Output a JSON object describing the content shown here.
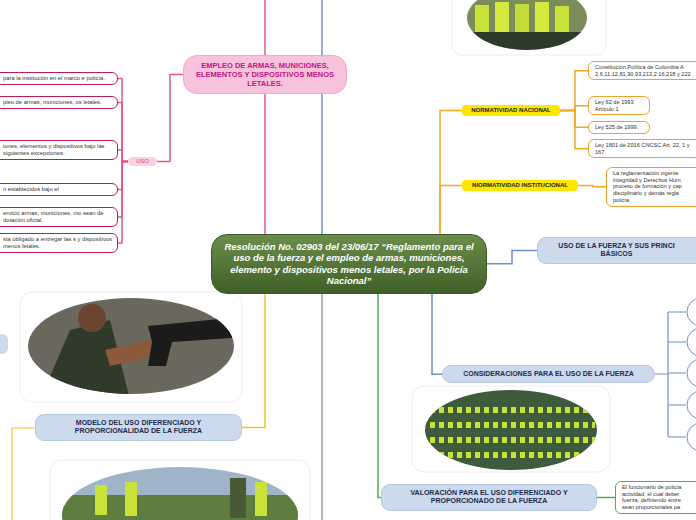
{
  "diagram": {
    "nodes": [
      {
        "text": [
          "Resolución No. 02903 del 23/06/17 “Reglamento para el uso de la fuerza y el empleo de armas, municiones, elemento y dispositivos menos letales, por la Policía Nacional”"
        ]
      },
      {
        "text": [
          "EMPLEO DE ARMAS, MUNICIONES, ELEMENTOS Y DISPOSITIVOS MENOS LETALES."
        ]
      },
      {
        "text": [
          "USO"
        ]
      },
      {
        "text": [
          "para la institución en el marco e policía."
        ]
      },
      {
        "text": [
          "pleo de armas, municiones, os letales."
        ]
      },
      {
        "text": [
          "iones, elementos y dispositivos bajo las siguientes excepciones:"
        ]
      },
      {
        "text": [
          "n establecidos bajo el"
        ]
      },
      {
        "text": [
          "ervicio armas, municiones, mo sean de dotación oficial."
        ]
      },
      {
        "text": [
          "sta obligado a entregar las s y dispositivos menos letales."
        ]
      },
      {
        "text": [
          "NORMATIVIDAD NACIONAL"
        ]
      },
      {
        "text": [
          "Constitución Política de Colombia A 2,6,11,12,81,90,93,213,2 16,218 y 222"
        ]
      },
      {
        "text": [
          "Ley 62 de 1993 Artículo 1"
        ]
      },
      {
        "text": [
          "Ley 525 de 1999."
        ]
      },
      {
        "text": [
          "Ley 1801 de 2016 CNCSC Art. 22, 1 y 167"
        ]
      },
      {
        "text": [
          "NIORMATIVIDAD INSTITUCIONAL"
        ]
      },
      {
        "text": [
          "La reglamentación vigente integridad y Derechos Hum proceso de formación y cap disciplinario y demás regla policía"
        ]
      },
      {
        "text": [
          "USO DE LA FUERZA Y SUS PRINCI BÁSICOS"
        ]
      },
      {
        "text": [
          "CONSIDERACIONES PARA EL USO DE LA FUERZA"
        ]
      },
      {
        "text": [
          "VALORACIÓN PARA EL USO DIFERENCIADO Y PROPORCIONADO DE LA FUERZA"
        ]
      },
      {
        "text": [
          "El funcionario de policía actividad, el cual deber fuerza, definiendo entre sean proporcionales pa"
        ]
      },
      {
        "text": [
          "MODELO DEL USO DIFERENCIADO Y PROPORCIONALIDAD DE LA FUERZA"
        ]
      }
    ],
    "edges": [
      {
        "from": 0,
        "to": 1,
        "arrow": "none"
      },
      {
        "from": 1,
        "to": 2,
        "arrow": "none"
      },
      {
        "from": 2,
        "to": 3,
        "arrow": "none"
      },
      {
        "from": 2,
        "to": 4,
        "arrow": "none"
      },
      {
        "from": 2,
        "to": 5,
        "arrow": "none"
      },
      {
        "from": 2,
        "to": 6,
        "arrow": "none"
      },
      {
        "from": 2,
        "to": 7,
        "arrow": "none"
      },
      {
        "from": 2,
        "to": 8,
        "arrow": "none"
      },
      {
        "from": 0,
        "to": 9,
        "arrow": "none"
      },
      {
        "from": 0,
        "to": 14,
        "arrow": "none"
      },
      {
        "from": 9,
        "to": 10,
        "arrow": "none"
      },
      {
        "from": 9,
        "to": 11,
        "arrow": "none"
      },
      {
        "from": 9,
        "to": 12,
        "arrow": "none"
      },
      {
        "from": 9,
        "to": 13,
        "arrow": "none"
      },
      {
        "from": 14,
        "to": 15,
        "arrow": "none"
      },
      {
        "from": 0,
        "to": 16,
        "arrow": "none"
      },
      {
        "from": 0,
        "to": 17,
        "arrow": "none"
      },
      {
        "from": 0,
        "to": 18,
        "arrow": "none"
      },
      {
        "from": 18,
        "to": 19,
        "arrow": "none"
      },
      {
        "from": 0,
        "to": 20,
        "arrow": "none"
      }
    ]
  }
}
